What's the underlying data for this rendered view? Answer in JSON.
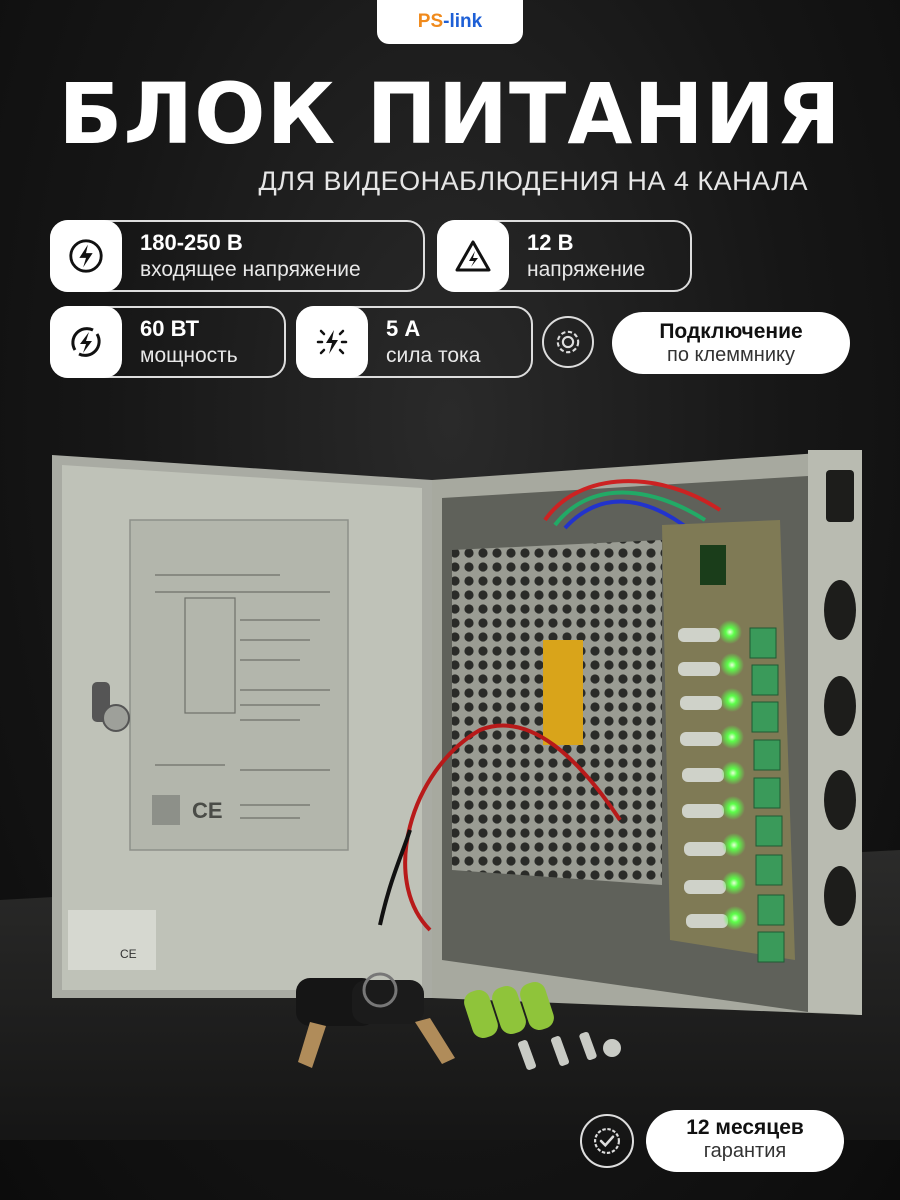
{
  "brand": {
    "prefix": "PS",
    "suffix": "-link"
  },
  "headline": "БЛОК ПИТАНИЯ",
  "subheadline": "ДЛЯ ВИДЕОНАБЛЮДЕНИЯ НА 4 КАНАЛА",
  "specs": [
    {
      "icon": "lightning-circle-icon",
      "value": "180-250 В",
      "label": "входящее напряжение"
    },
    {
      "icon": "warning-triangle-icon",
      "value": "12 В",
      "label": "напряжение"
    },
    {
      "icon": "power-circle-icon",
      "value": "60 ВТ",
      "label": "мощность"
    },
    {
      "icon": "spark-icon",
      "value": "5 А",
      "label": "сила тока"
    }
  ],
  "connection": {
    "icon": "gear-circle-icon",
    "title": "Подключение",
    "detail": "по клеммнику"
  },
  "warranty": {
    "icon": "check-badge-icon",
    "title": "12 месяцев",
    "detail": "гарантия"
  },
  "product": {
    "label_ce": "CE"
  },
  "colors": {
    "accent_led": "#5cff4a",
    "brand_orange": "#f08a1c",
    "brand_blue": "#1d5fd6",
    "box": "#bfc2b8"
  }
}
